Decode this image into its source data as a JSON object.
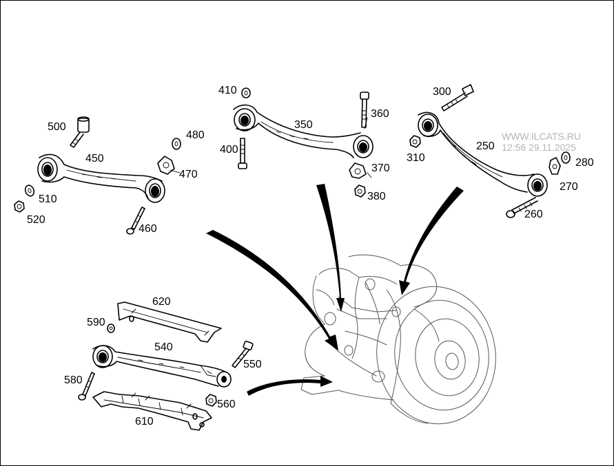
{
  "watermark": {
    "site": "WWW.ILCATS.RU",
    "datetime": "12:56 29.11.2025"
  },
  "part_numbers": {
    "p250": "250",
    "p260": "260",
    "p270": "270",
    "p280": "280",
    "p300": "300",
    "p310": "310",
    "p350": "350",
    "p360": "360",
    "p370": "370",
    "p380": "380",
    "p400": "400",
    "p410": "410",
    "p450": "450",
    "p460": "460",
    "p470": "470",
    "p480": "480",
    "p500": "500",
    "p510": "510",
    "p520": "520",
    "p540": "540",
    "p550": "550",
    "p560": "560",
    "p580": "580",
    "p590": "590",
    "p610": "610",
    "p620": "620"
  },
  "colors": {
    "line": "#000000",
    "watermark": "#b4b4b4",
    "background": "#ffffff"
  }
}
